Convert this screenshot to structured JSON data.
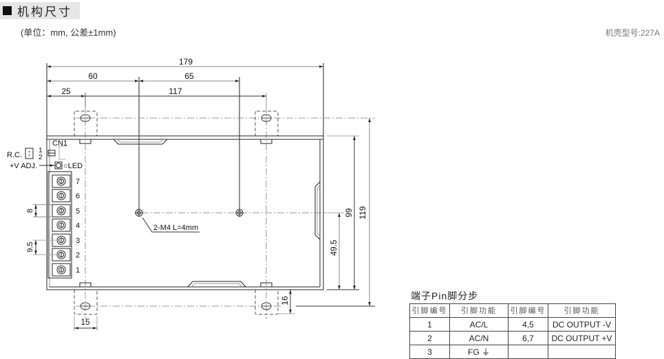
{
  "header": {
    "title": "机构尺寸",
    "unit_note": "(单位：mm, 公差±1mm)",
    "model": "机壳型号:227A"
  },
  "drawing": {
    "dims": {
      "overall_width": "179",
      "d60": "60",
      "d65": "65",
      "d25": "25",
      "d117": "117",
      "overall_height": "119",
      "d99": "99",
      "d49_5": "49.5",
      "d16": "16",
      "d15": "15",
      "pitch_8": "8",
      "pitch_9_5": "9.5"
    },
    "labels": {
      "cn1": "CN1",
      "rc": "R.C.",
      "rc_pin1": "1",
      "rc_pin2": "2",
      "v_adj": "+V ADJ.",
      "led": "○LED",
      "screw_note": "2-M4 L=4mm"
    },
    "terminals": [
      "7",
      "6",
      "5",
      "4",
      "3",
      "2",
      "1"
    ]
  },
  "pin_table": {
    "title": "端子Pin脚分步",
    "headers": [
      "引脚编号",
      "引脚功能",
      "引脚编号",
      "引脚功能"
    ],
    "rows": [
      [
        "1",
        "AC/L",
        "4,5",
        "DC OUTPUT -V"
      ],
      [
        "2",
        "AC/N",
        "6,7",
        "DC OUTPUT +V"
      ],
      [
        "3",
        "FG ⏚",
        "",
        ""
      ]
    ]
  },
  "colors": {
    "line": "#222222",
    "centerline": "#999999",
    "heading_bg": "#e6e6e6"
  }
}
